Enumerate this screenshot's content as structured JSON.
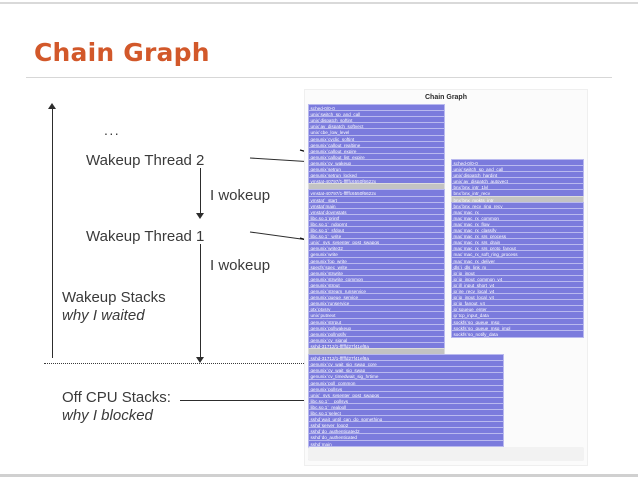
{
  "slide": {
    "title": "Chain Graph"
  },
  "annotations": {
    "ellipsis": "...",
    "wakeup_thread_2": "Wakeup Thread 2",
    "wokeup_1": "I wokeup",
    "wakeup_thread_1": "Wakeup Thread 1",
    "wokeup_2": "I wokeup",
    "wakeup_stacks": "Wakeup Stacks",
    "why_i_waited": "why I waited",
    "off_cpu_stacks": "Off CPU Stacks:",
    "why_i_blocked": "why I blocked"
  },
  "flamegraph": {
    "title": "Chain Graph",
    "colors": {
      "frame": "#7b7bdd",
      "frame_border": "#b9b9ef",
      "separator": "#c3c3c3",
      "panel_bg": "#fbfbfb"
    },
    "left_column": [
      {
        "label": "sched-0/0-0",
        "width": 70
      },
      {
        "label": "unix`switch_sp_and_call",
        "width": 70
      },
      {
        "label": "unix`dispatch_softint",
        "width": 70
      },
      {
        "label": "unix`av_dispatch_softvect",
        "width": 70
      },
      {
        "label": "unix`cbe_low_level",
        "width": 70
      },
      {
        "label": "genunix`cyclic_softint",
        "width": 70
      },
      {
        "label": "genunix`callout_realtime",
        "width": 70
      },
      {
        "label": "genunix`callout_expire",
        "width": 70
      },
      {
        "label": "genunix`callout_list_expire",
        "width": 70
      },
      {
        "label": "genunix`cv_wakeup",
        "width": 70
      },
      {
        "label": "genunix`setrun",
        "width": 70
      },
      {
        "label": "genunix`setrun_locked",
        "width": 70
      },
      {
        "label": "vmstat-40797/1-fffffc6550f6622x",
        "width": 70
      },
      {
        "label": "",
        "width": 70,
        "style": "gray"
      },
      {
        "label": "vmstat-40797/1-fffffc6550f6622x",
        "width": 70
      },
      {
        "label": "vmstat`_start",
        "width": 70
      },
      {
        "label": "vmstat`main",
        "width": 70
      },
      {
        "label": "vmstat`dovmstats",
        "width": 70
      },
      {
        "label": "libc.so.1`printf",
        "width": 70
      },
      {
        "label": "libc.so.1`_ndoprnt",
        "width": 70
      },
      {
        "label": "libc.so.1`_sfdout",
        "width": 70
      },
      {
        "label": "libc.so.1`_write",
        "width": 70
      },
      {
        "label": "unix`_sys_sysenter_post_swapgs",
        "width": 70
      },
      {
        "label": "genunix`write32",
        "width": 70
      },
      {
        "label": "genunix`write",
        "width": 70
      },
      {
        "label": "genunix`fop_write",
        "width": 70
      },
      {
        "label": "specfs`spec_write",
        "width": 70
      },
      {
        "label": "genunix`strwrite",
        "width": 70
      },
      {
        "label": "genunix`strwrite_common",
        "width": 70
      },
      {
        "label": "genunix`strput",
        "width": 70
      },
      {
        "label": "genunix`stream_runservice",
        "width": 70
      },
      {
        "label": "genunix`queue_service",
        "width": 70
      },
      {
        "label": "genunix`runservice",
        "width": 70
      },
      {
        "label": "ptx`ptxsrv",
        "width": 70
      },
      {
        "label": "unix`putnext",
        "width": 70
      },
      {
        "label": "genunix`strrput",
        "width": 70
      },
      {
        "label": "genunix`pollwakeup",
        "width": 70
      },
      {
        "label": "genunix`pollnotify",
        "width": 70
      },
      {
        "label": "genunix`cv_signal",
        "width": 70
      },
      {
        "label": "sshd-31712/1-fffffd27f41ef8a",
        "width": 70
      },
      {
        "label": "",
        "width": 70,
        "style": "gray"
      },
      {
        "label": "sshd-31712/1-fffffd27f41ef8a",
        "width": 100
      },
      {
        "label": "genunix`cv_wait_sig_swap_core",
        "width": 100
      },
      {
        "label": "genunix`cv_wait_sig_swap",
        "width": 100
      },
      {
        "label": "genunix`cv_timedwait_sig_hrtime",
        "width": 100
      },
      {
        "label": "genunix`poll_common",
        "width": 100
      },
      {
        "label": "genunix`pollsys",
        "width": 100
      },
      {
        "label": "unix`_sys_sysenter_post_swapgs",
        "width": 100
      },
      {
        "label": "libc.so.1`__pollsys",
        "width": 100
      },
      {
        "label": "libc.so.1`_realpoll",
        "width": 100
      },
      {
        "label": "libc.so.1`select",
        "width": 100
      },
      {
        "label": "sshd`wait_until_can_do_something",
        "width": 100
      },
      {
        "label": "sshd`server_loop2",
        "width": 100
      },
      {
        "label": "sshd`do_authenticated2",
        "width": 100
      },
      {
        "label": "sshd`do_authenticated",
        "width": 100
      },
      {
        "label": "sshd`main",
        "width": 100
      },
      {
        "label": "sshd`_start",
        "width": 100
      },
      {
        "label": "",
        "width": 100
      }
    ],
    "right_column": [
      {
        "label": "sched-0/0-0"
      },
      {
        "label": "unix`switch_sp_and_call"
      },
      {
        "label": "unix`dispatch_hardint"
      },
      {
        "label": "unix`av_dispatch_autovect"
      },
      {
        "label": "bnx`bnx_intr_1lvl"
      },
      {
        "label": "bnx`bnx_intr_recv"
      },
      {
        "label": "bnx`bnx_rxpkts_intr",
        "style": "gray"
      },
      {
        "label": "bnx`bnx_recv_ring_recv"
      },
      {
        "label": "mac`mac_rx"
      },
      {
        "label": "mac`mac_rx_common"
      },
      {
        "label": "mac`mac_rx_flow"
      },
      {
        "label": "mac`mac_rx_classify"
      },
      {
        "label": "mac`mac_rx_srs_process"
      },
      {
        "label": "mac`mac_rx_srs_drain"
      },
      {
        "label": "mac`mac_rx_srs_proto_fanout"
      },
      {
        "label": "mac`mac_rx_soft_ring_process"
      },
      {
        "label": "mac`mac_rx_deliver"
      },
      {
        "label": "dls`i_dls_link_rx"
      },
      {
        "label": "ip`ip_input"
      },
      {
        "label": "ip`ip_input_common_v4"
      },
      {
        "label": "ip`ill_input_short_v4"
      },
      {
        "label": "ip`ire_recv_local_v4"
      },
      {
        "label": "ip`ip_input_local_v4"
      },
      {
        "label": "ip`ip_fanout_v4"
      },
      {
        "label": "ip`squeue_enter"
      },
      {
        "label": "ip`tcp_input_data"
      },
      {
        "label": "sockfs`so_queue_msg"
      },
      {
        "label": "sockfs`so_queue_msg_impl"
      },
      {
        "label": "sockfs`so_notify_data"
      }
    ]
  }
}
